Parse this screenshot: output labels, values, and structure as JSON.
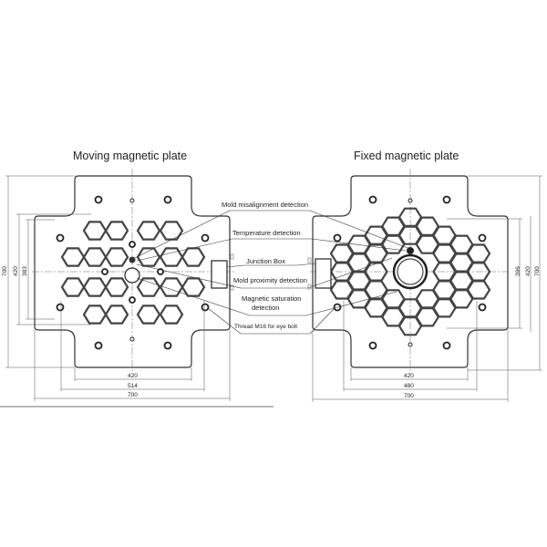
{
  "titles": {
    "moving": "Moving magnetic plate",
    "fixed": "Fixed magnetic plate"
  },
  "annotations": {
    "misalignment": "Mold misalignment detection",
    "temperature": "Temperature detection",
    "junction": "Junction Box",
    "proximity": "Mold proximity detection",
    "saturation_1": "Magnetic saturation",
    "saturation_2": "detection",
    "thread": "Thread M16 for eye bolt"
  },
  "dimensions": {
    "moving": {
      "bottom": [
        "420",
        "514",
        "700"
      ],
      "side": [
        "700",
        "420",
        "383"
      ]
    },
    "fixed": {
      "bottom": [
        "420",
        "480",
        "700"
      ],
      "side": [
        "396",
        "420",
        "700"
      ]
    }
  }
}
